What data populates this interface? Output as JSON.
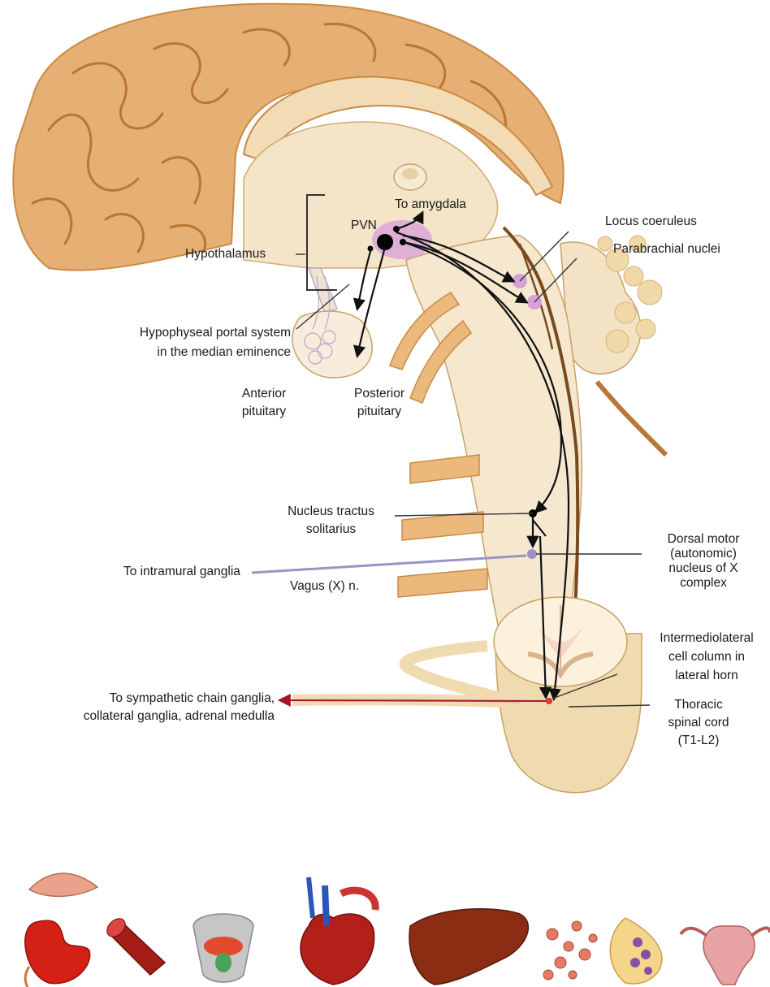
{
  "labels": {
    "to_amygdala": "To amygdala",
    "pvn": "PVN",
    "hypothalamus": "Hypothalamus",
    "locus_coeruleus": "Locus coeruleus",
    "parabrachial_nuclei": "Parabrachial nuclei",
    "hypophyseal_1": "Hypophyseal portal system",
    "hypophyseal_2": "in the median eminence",
    "anterior_1": "Anterior",
    "anterior_2": "pituitary",
    "posterior_1": "Posterior",
    "posterior_2": "pituitary",
    "nts_1": "Nucleus tractus",
    "nts_2": "solitarius",
    "to_intramural": "To intramural ganglia",
    "vagus": "Vagus (X) n.",
    "dorsal_1": "Dorsal motor",
    "dorsal_2": "(autonomic)",
    "dorsal_3": "nucleus of X",
    "dorsal_4": "complex",
    "iml_1": "Intermediolateral",
    "iml_2": "cell column in",
    "iml_3": "lateral horn",
    "sympathetic_1": "To sympathetic chain ganglia,",
    "sympathetic_2": "collateral ganglia, adrenal medulla",
    "thoracic_1": "Thoracic",
    "thoracic_2": "spinal cord",
    "thoracic_3": "(T1-L2)"
  },
  "colors": {
    "tissue": "#f1e4c9",
    "cortex": "#e9b97a",
    "nucleus_pink": "#d79ad7",
    "vagus_line": "#9a94c4",
    "sympathetic_line": "#a4152a",
    "pathway": "#111111"
  },
  "organs": [
    "thyroid",
    "kidney",
    "blood-vessel",
    "bladder",
    "heart",
    "liver",
    "adipose-cells",
    "mammary-gland",
    "uterus"
  ]
}
